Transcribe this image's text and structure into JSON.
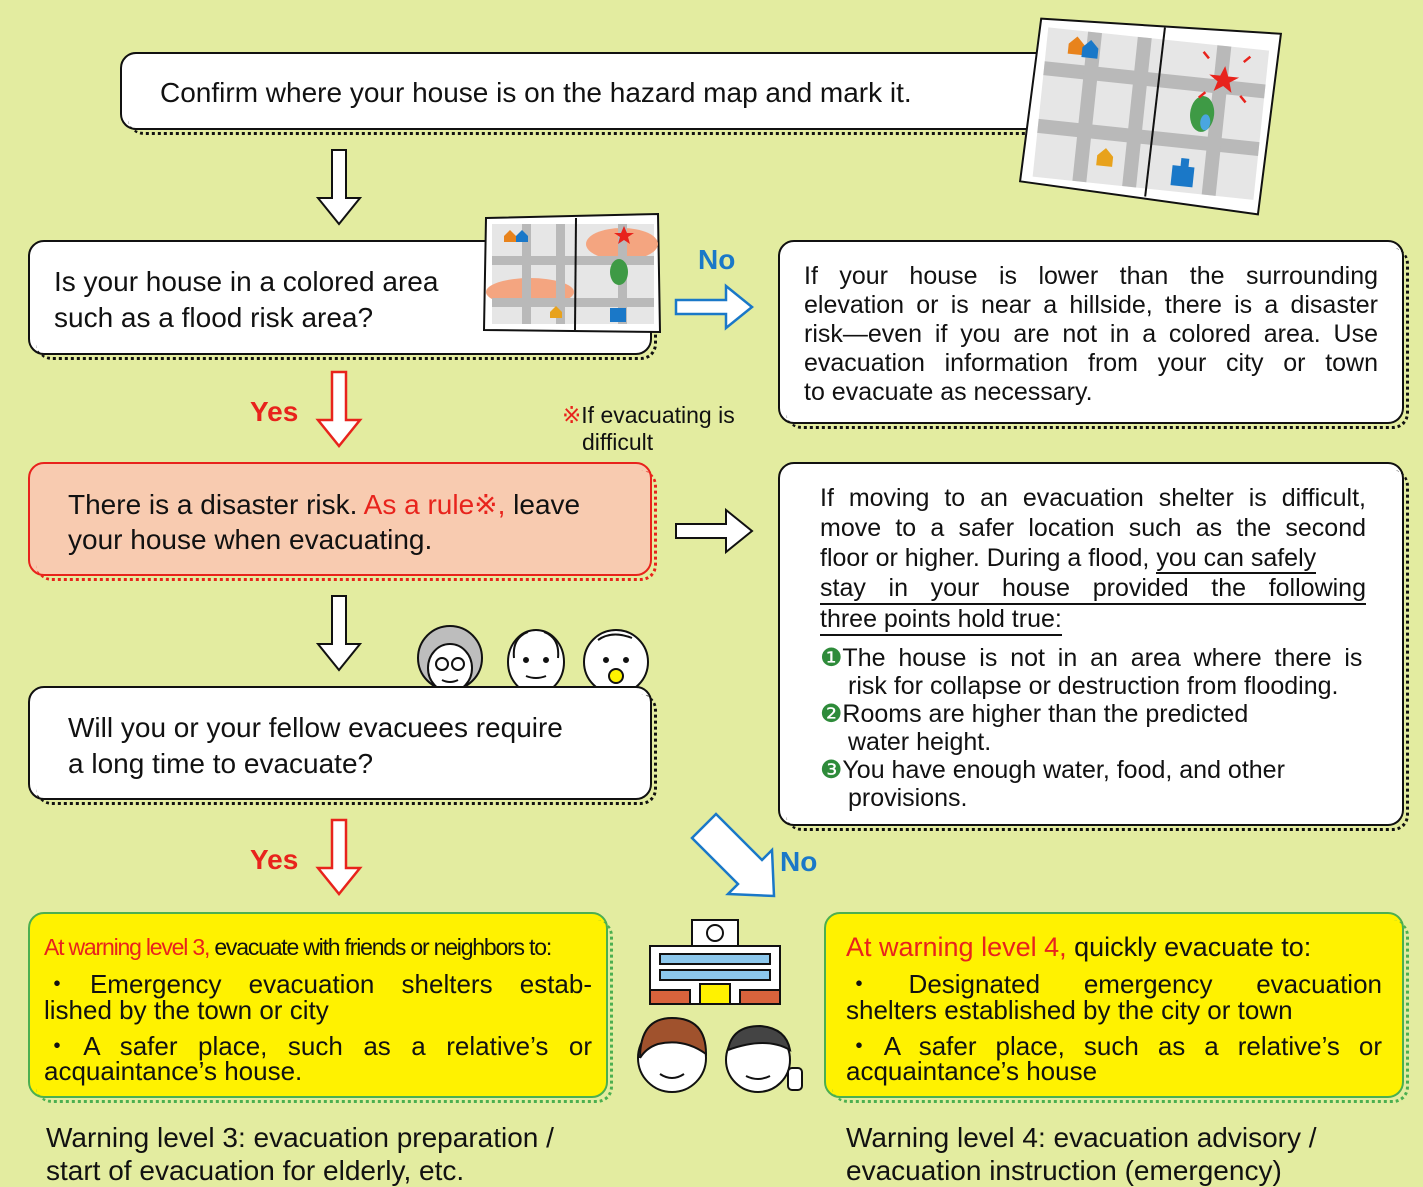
{
  "step1": {
    "text": "Confirm where your house is on the hazard map and mark it."
  },
  "step2": {
    "text_line1": "Is your house in a colored area",
    "text_line2": "such as a flood risk area?"
  },
  "no_label_1": "No",
  "no_result_1": {
    "line1": "If your house is lower than the surrounding",
    "line2": "elevation or is near a hillside, there is a disaster",
    "line3": "risk—even if you are not in a colored area. Use",
    "line4": "evacuation information from your city or town",
    "line5": "to evacuate as necessary."
  },
  "yes_label_1": "Yes",
  "note": {
    "mark": "※",
    "line1": "If evacuating is",
    "line2": "difficult"
  },
  "step3": {
    "line1_a": "There is a disaster risk. ",
    "line1_b": "As a rule※, ",
    "line1_c": "leave",
    "line2": "your house when evacuating."
  },
  "shelter_box": {
    "line1": "If moving to an evacuation shelter is difficult,",
    "line2": "move to a safer location such as the second",
    "line3_a": "floor or higher. During a flood, ",
    "line3_b": "you can safely",
    "line4": "stay in your house provided the following",
    "line5": "three points hold true:",
    "p1_num": "❶",
    "p1_line1": "The house is not in an area where there is",
    "p1_line2": "risk for collapse or destruction from flooding.",
    "p2_num": "❷",
    "p2_line1": "Rooms are higher than the predicted",
    "p2_line2": "water height.",
    "p3_num": "❸",
    "p3_line1": "You have enough water, food, and other",
    "p3_line2": "provisions."
  },
  "step4": {
    "line1": "Will you or your fellow evacuees require",
    "line2": "a long time to evacuate?"
  },
  "yes_label_2": "Yes",
  "no_label_2": "No",
  "level3_box": {
    "head_a": "At warning level 3,",
    "head_b": " evacuate with friends or neighbors to:",
    "b1_line1": "・Emergency evacuation shelters estab-",
    "b1_line2": "lished by the town or city",
    "b2_line1": "・A safer place, such as a relative’s or",
    "b2_line2": "acquaintance’s house."
  },
  "level4_box": {
    "head_a": "At warning level 4,",
    "head_b": " quickly evacuate to:",
    "b1_line1": "・Designated emergency evacuation",
    "b1_line2": "shelters established by the city or town",
    "b2_line1": "・A safer place, such as a relative’s or",
    "b2_line2": "acquaintance’s house"
  },
  "caption3": {
    "line1": "Warning level 3: evacuation preparation /",
    "line2": "start of evacuation for elderly, etc."
  },
  "caption4": {
    "line1": "Warning level 4: evacuation advisory /",
    "line2": "evacuation instruction (emergency)"
  },
  "colors": {
    "background": "#e3eca0",
    "risk_box": "#f8cbb0",
    "level_box": "#fff200",
    "red": "#e8231c",
    "blue": "#1a78c8",
    "green_border": "#4caf50"
  }
}
